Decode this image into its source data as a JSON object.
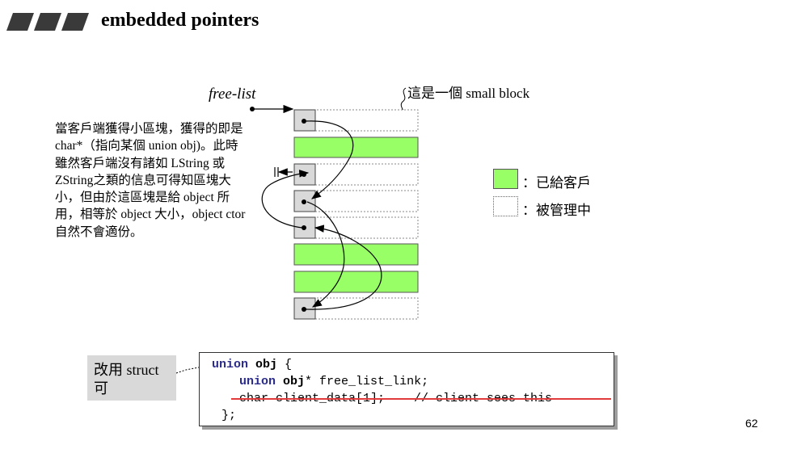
{
  "title": "embedded pointers",
  "diagram": {
    "free_list_label": "free-list",
    "small_block_label": "這是一個 small block",
    "description": "當客戶端獲得小區塊，獲得的即是 char*（指向某個 union obj)。此時雖然客戶端沒有諸如 LString 或 ZString之類的信息可得知區塊大小，但由於這區塊是給 object 所用，相等於 object 大小，object ctor 自然不會適份。",
    "blocks": [
      "managed",
      "allocated",
      "managed",
      "managed",
      "managed",
      "allocated",
      "allocated",
      "managed"
    ],
    "colors": {
      "allocated": "#99ff66",
      "pointer_cell": "#d9d9d9",
      "managed_border": "#888888"
    }
  },
  "legend": {
    "allocated_label": "：已給客戶",
    "managed_label": "：被管理中"
  },
  "note": {
    "text": "改用 struct 可"
  },
  "code": {
    "line1_kw": "union",
    "line1_name": "obj",
    "line1_rest": " {",
    "line2_kw": "union",
    "line2_name": "obj",
    "line2_rest": "* free_list_link;",
    "line3": "char client_data[1];    // client sees this",
    "line4": "};"
  },
  "page_number": "62"
}
